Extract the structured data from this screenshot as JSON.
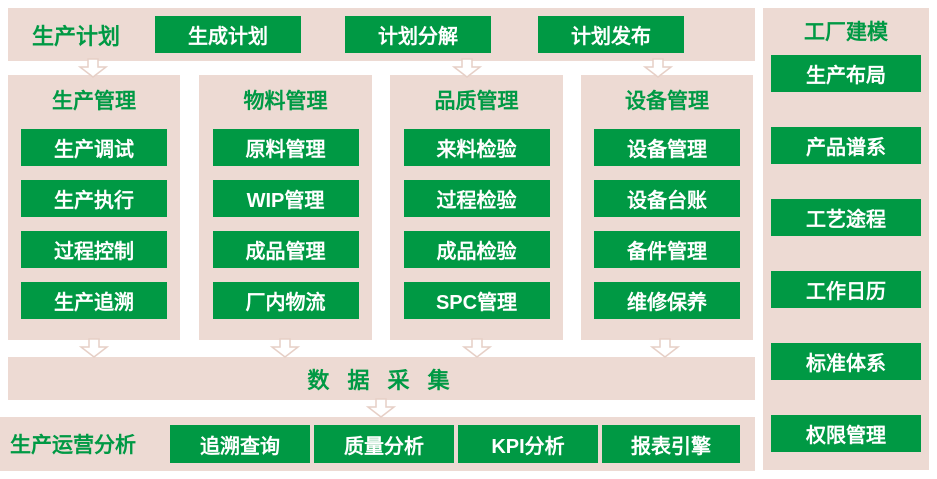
{
  "colors": {
    "green": "#009944",
    "panel": "#EDDAD3"
  },
  "top": {
    "title": "生产计划",
    "buttons": [
      "生成计划",
      "计划分解",
      "计划发布"
    ]
  },
  "columns": [
    {
      "header": "生产管理",
      "items": [
        "生产调试",
        "生产执行",
        "过程控制",
        "生产追溯"
      ]
    },
    {
      "header": "物料管理",
      "items": [
        "原料管理",
        "WIP管理",
        "成品管理",
        "厂内物流"
      ]
    },
    {
      "header": "品质管理",
      "items": [
        "来料检验",
        "过程检验",
        "成品检验",
        "SPC管理"
      ]
    },
    {
      "header": "设备管理",
      "items": [
        "设备管理",
        "设备台账",
        "备件管理",
        "维修保养"
      ]
    }
  ],
  "data_collection": {
    "label": "数 据 采 集"
  },
  "bottom": {
    "title": "生产运营分析",
    "buttons": [
      "追溯查询",
      "质量分析",
      "KPI分析",
      "报表引擎"
    ]
  },
  "right": {
    "header": "工厂建模",
    "items": [
      "生产布局",
      "产品谱系",
      "工艺途程",
      "工作日历",
      "标准体系",
      "权限管理"
    ]
  }
}
